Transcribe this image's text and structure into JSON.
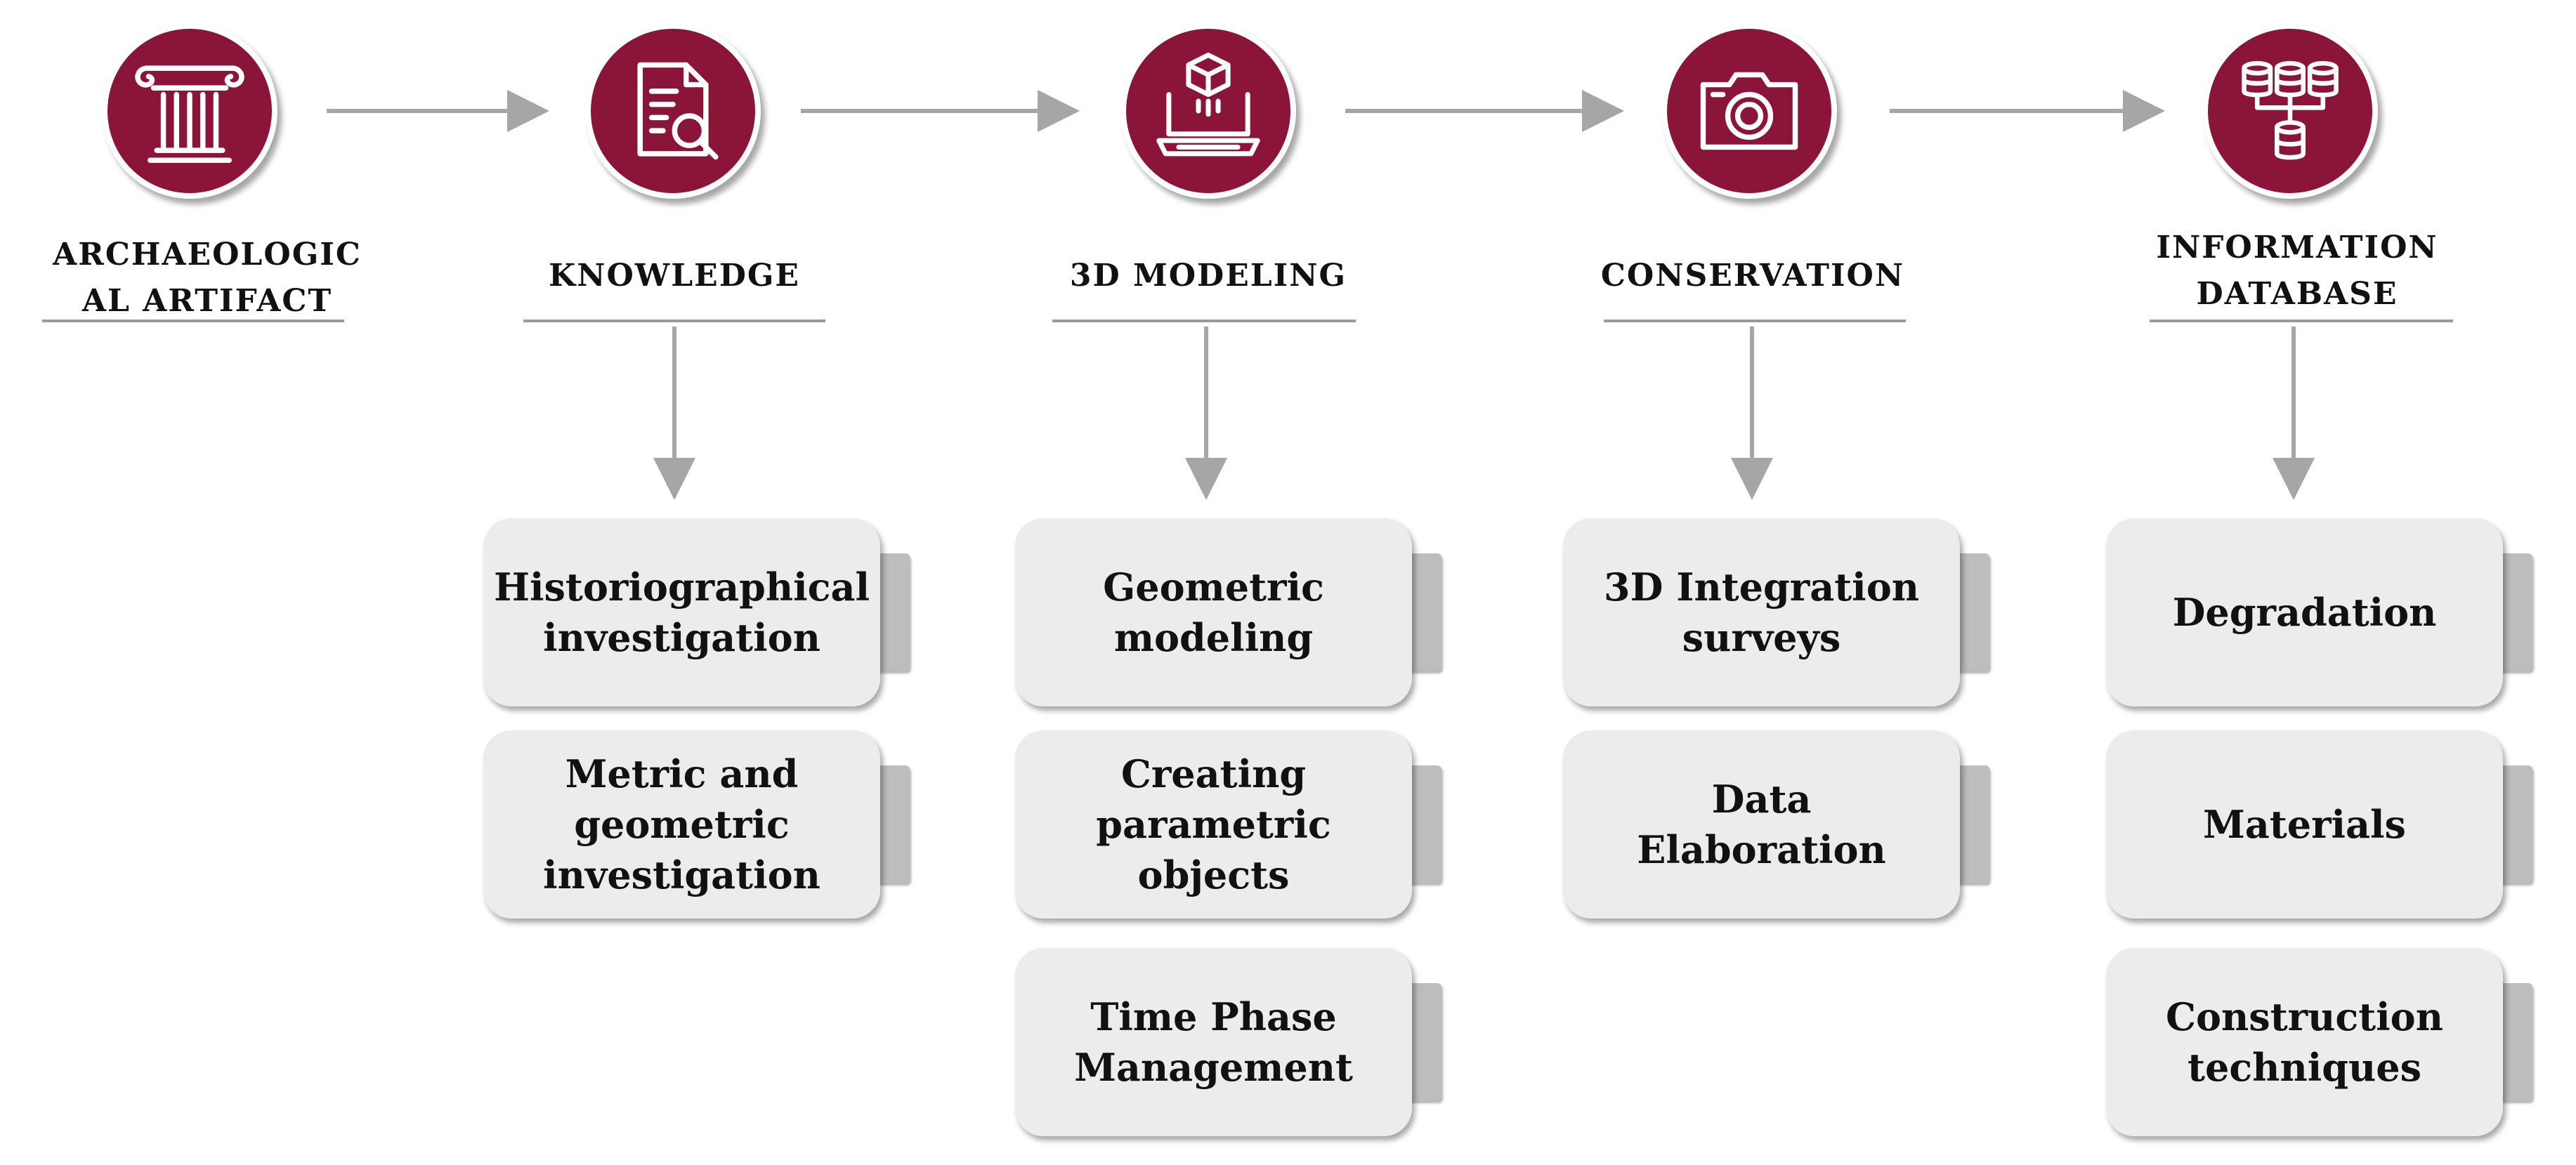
{
  "colors": {
    "accent": "#8a1538",
    "connector": "#a6a6a6",
    "card_fill": "#ececec",
    "card_tab": "#bdbdbd"
  },
  "stages": [
    {
      "id": "artifact",
      "label": "ARCHAEOLOGIC\nAL ARTIFACT",
      "icon": "column-icon"
    },
    {
      "id": "knowledge",
      "label": "KNOWLEDGE",
      "icon": "document-search-icon"
    },
    {
      "id": "modeling",
      "label": "3D MODELING",
      "icon": "laptop-cube-icon"
    },
    {
      "id": "conservation",
      "label": "CONSERVATION",
      "icon": "camera-icon"
    },
    {
      "id": "database",
      "label": "INFORMATION\nDATABASE",
      "icon": "database-network-icon"
    }
  ],
  "cards": {
    "knowledge": [
      "Historiographical\ninvestigation",
      "Metric and\ngeometric\ninvestigation"
    ],
    "modeling": [
      "Geometric\nmodeling",
      "Creating\nparametric\nobjects",
      "Time Phase\nManagement"
    ],
    "conservation": [
      "3D Integration\nsurveys",
      "Data\nElaboration"
    ],
    "database": [
      "Degradation",
      "Materials",
      "Construction\ntechniques"
    ]
  }
}
